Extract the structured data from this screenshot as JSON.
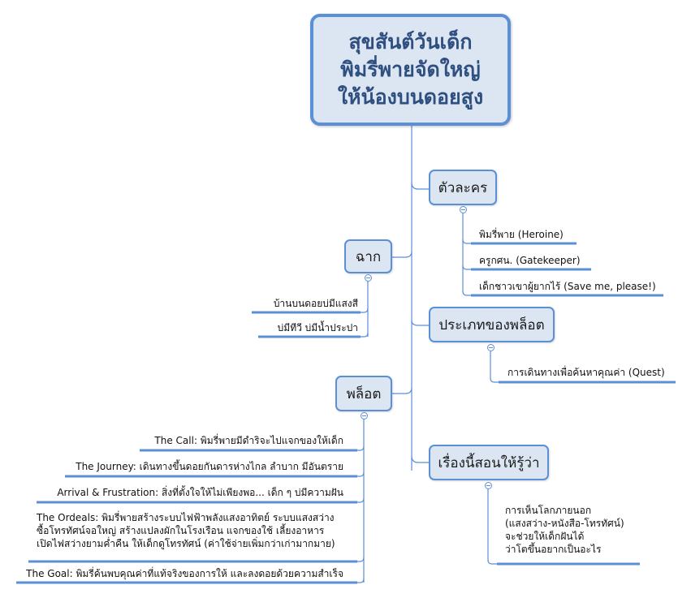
{
  "root": {
    "lines": [
      "สุขสันต์วันเด็ก",
      "พิมรี่พายจัดใหญ่",
      "ให้น้องบนดอยสูง"
    ]
  },
  "topics": {
    "characters": {
      "label": "ตัวละคร",
      "items": [
        "พิมรี่พาย (Heroine)",
        "ครูกศน. (Gatekeeper)",
        "เด็กชาวเขาผู้ยากไร้ (Save me, please!)"
      ]
    },
    "setting": {
      "label": "ฉาก",
      "items": [
        "บ้านบนดอยบ่มีแสงสี",
        "บ่มีทีวี บ่มีน้ำประปา"
      ]
    },
    "plot_type": {
      "label": "ประเภทของพล็อต",
      "items": [
        "การเดินทางเพื่อค้นหาคุณค่า (Quest)"
      ]
    },
    "plot": {
      "label": "พล็อต",
      "items": [
        "The  Call: พิมรี่พายมีดำริจะไปแจกของให้เด็ก",
        "The Journey: เดินทางขึ้นดอยกันดารห่างไกล ลำบาก มีอันตราย",
        "Arrival & Frustration:  สิ่งที่ตั้งใจให้ไม่เพียงพอ...  เด็ก ๆ บ่มีความฝัน",
        [
          "The  Ordeals: พิมรี่พายสร้างระบบไฟฟ้าพลังแสงอาทิตย์ ระบบแสงสว่าง",
          "ซื้อโทรทัศน์จอใหญ่ สร้างแปลงผักในโรงเรือน แจกของใช้ เลี้ยงอาหาร",
          "เปิดไฟสว่างยามค่ำคืน ให้เด็กดูโทรทัศน์ (ค่าใช้จ่ายเพิ่มกว่าเก่ามากมาย)"
        ],
        "The Goal: พิมรี่ค้นพบคุณค่าที่แท้จริงของการให้ และลงดอยด้วยความสำเร็จ"
      ]
    },
    "lesson": {
      "label": "เรื่องนี้สอนให้รู้ว่า",
      "items": [
        [
          "การเห็นโลกภายนอก",
          "(แสงสว่าง-หนังสือ-โทรทัศน์)",
          "จะช่วยให้เด็กฝันได้",
          "ว่าโตขึ้นอยากเป็นอะไร"
        ]
      ]
    }
  },
  "colors": {
    "node_fill": "#dce6f2",
    "node_border": "#5b8fd6",
    "line": "#5b8fd6",
    "root_text": "#2f4f80"
  }
}
